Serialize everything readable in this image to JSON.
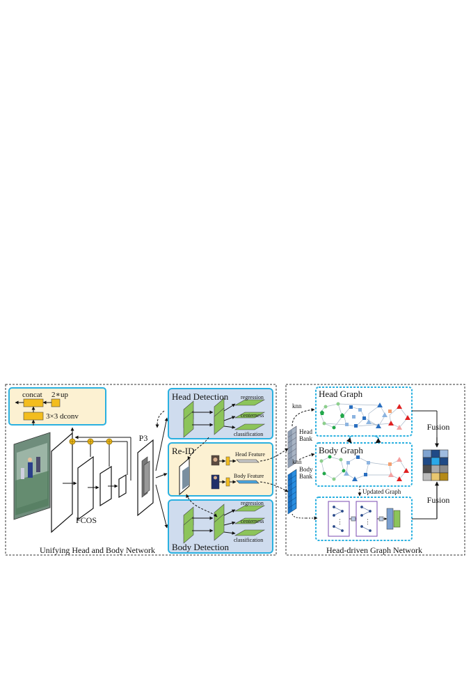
{
  "colors": {
    "accent_border": "#29b0e0",
    "head_panel": "#cfdcee",
    "reid_panel": "#fcf1d2",
    "inset_panel": "#fcf1d2",
    "feature_plane": "#8cc45a",
    "conv_yellow": "#f3bd1e",
    "bank_gray": "#8d9cb0",
    "bank_blue": "#2a8ee0",
    "fusion_grid": [
      "#7fa3d0",
      "#1f4a86",
      "#9fbce0",
      "#1f4a86",
      "#2aa8e8",
      "#1f4a86",
      "#4e4e4e",
      "#aaaaaa",
      "#8c8c8c",
      "#bcbcbc",
      "#e8c770",
      "#b58a16"
    ]
  },
  "left_panel": {
    "caption": "Unifying Head and Body Network",
    "backbone_label": "FCOS",
    "p3_label": "P3",
    "inset": {
      "concat": "concat",
      "up": "2∗up",
      "dconv": "3×3 dconv"
    },
    "head_detection": {
      "title": "Head Detection",
      "outputs": [
        "regression",
        "centerness",
        "classification"
      ]
    },
    "reid": {
      "title": "Re-ID",
      "head_feature": "Head Feature",
      "body_feature": "Body Feature"
    },
    "body_detection": {
      "title": "Body Detection",
      "outputs": [
        "regression",
        "centerness",
        "classification"
      ]
    }
  },
  "right_panel": {
    "caption": "Head-driven Graph Network",
    "head_graph": "Head Graph",
    "body_graph": "Body Graph",
    "head_bank": [
      "Head",
      "Bank"
    ],
    "body_bank": [
      "Body",
      "Bank"
    ],
    "knn_top": "knn",
    "knn_bottom": "knn",
    "updated_graph": "Updated Graph",
    "fusion_top": "Fusion",
    "fusion_bottom": "Fusion",
    "ellipsis": "⋮"
  }
}
